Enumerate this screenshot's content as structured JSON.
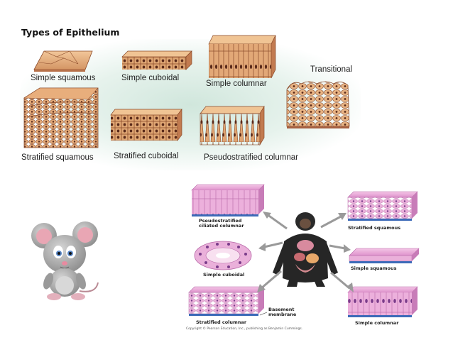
{
  "title": "Types of Epithelium",
  "top_labels": {
    "simple_squamous": "Simple squamous",
    "simple_cuboidal": "Simple cuboidal",
    "simple_columnar": "Simple columnar",
    "transitional": "Transitional",
    "stratified_squamous": "Stratified squamous",
    "stratified_cuboidal": "Stratified cuboidal",
    "pseudostratified_columnar": "Pseudostratified columnar"
  },
  "bottom_labels": {
    "pseudostratified_line1": "Pseudostratified",
    "pseudostratified_line2": "ciliated columnar",
    "simple_cuboidal": "Simple cuboidal",
    "stratified_columnar": "Stratified columnar",
    "basement_line1": "Basement",
    "basement_line2": "membrane",
    "stratified_squamous": "Stratified squamous",
    "simple_squamous": "Simple squamous",
    "simple_columnar": "Simple columnar",
    "copyright": "Copyright © Pearson Education, Inc., publishing as Benjamin Cummings."
  },
  "colors": {
    "tissue_tan": "#d9a06a",
    "tissue_dark": "#8a4a2a",
    "tissue_pink": "#e59ad0",
    "tissue_purple": "#7a3c8a",
    "basement_blue": "#3c6ab8",
    "glow": "#cfe6da"
  }
}
